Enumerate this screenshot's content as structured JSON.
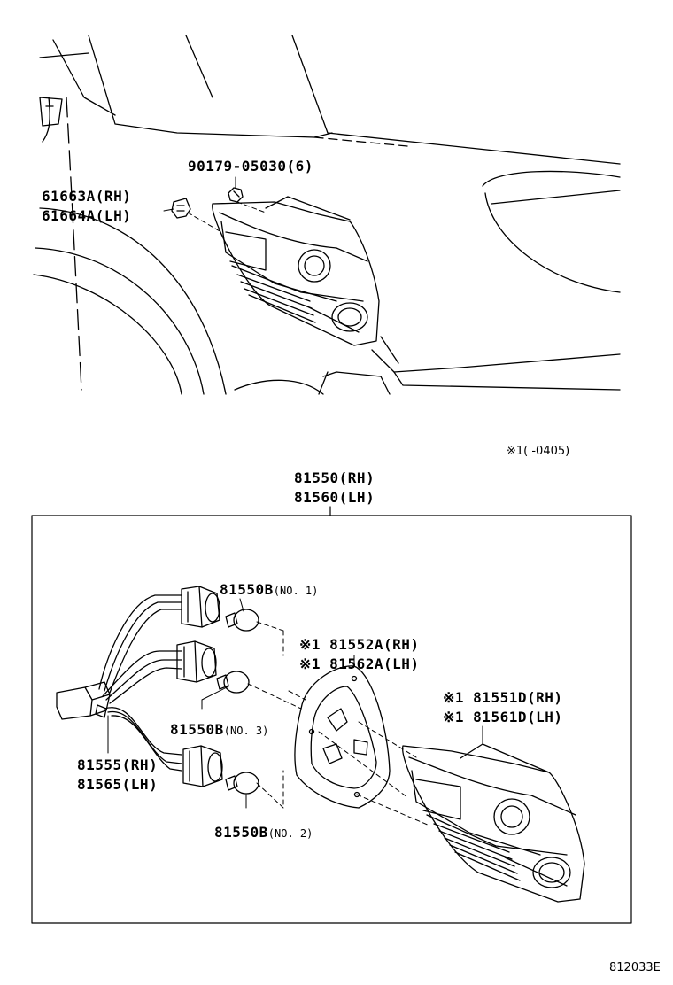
{
  "labels": {
    "bolt": "90179-05030(6)",
    "clip_rh": "61663A(RH)",
    "clip_lh": "61664A(LH)",
    "note": "※1(     -0405)",
    "assy_rh": "81550(RH)",
    "assy_lh": "81560(LH)",
    "bulb1_code": "81550B",
    "bulb1_note": "(NO. 1)",
    "gasket_rh": "※1 81552A(RH)",
    "gasket_lh": "※1 81562A(LH)",
    "lens_rh": "※1 81551D(RH)",
    "lens_lh": "※1 81561D(LH)",
    "bulb3_code": "81550B",
    "bulb3_note": "(NO. 3)",
    "socket_rh": "81555(RH)",
    "socket_lh": "81565(LH)",
    "bulb2_code": "81550B",
    "bulb2_note": "(NO. 2)",
    "figure_id": "812033E"
  }
}
